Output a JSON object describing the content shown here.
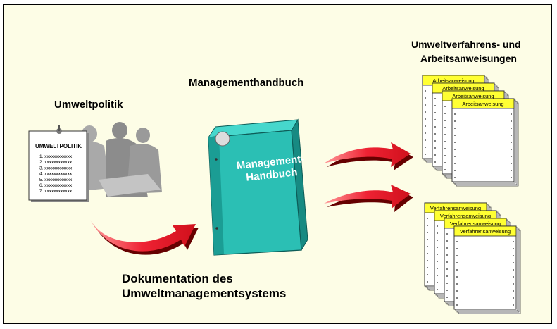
{
  "labels": {
    "umweltpolitik": "Umweltpolitik",
    "managementhandbuch": "Managementhandbuch",
    "verfahren_line1": "Umweltverfahrens- und",
    "verfahren_line2": "Arbeitsanweisungen",
    "doku_line1": "Dokumentation des",
    "doku_line2": "Umweltmanagementsystems"
  },
  "policy_doc": {
    "title": "UMWELTPOLITIK",
    "items": [
      "1. xxxxxxxxxxxx",
      "2. xxxxxxxxxxxx",
      "3. xxxxxxxxxxxx",
      "4. xxxxxxxxxxxx",
      "5. xxxxxxxxxxxx",
      "6. xxxxxxxxxxxx",
      "7. xxxxxxxxxxxx"
    ]
  },
  "binder": {
    "line1": "Management-",
    "line2": "Handbuch"
  },
  "stack_work": {
    "headers": [
      "Arbeitsanweisung",
      "Arbeitsanweisung",
      "Arbeitsanweisung",
      "Arbeitsanweisung"
    ]
  },
  "stack_procedure": {
    "headers": [
      "Verfahrensanweisung",
      "Verfahrensanweisung",
      "Verfahrensanweisung",
      "Verfahrensanweisung"
    ]
  },
  "colors": {
    "background": "#fdfde6",
    "binder": "#2bbfb4",
    "arrow": "#e8202c",
    "header": "#ffff33"
  }
}
